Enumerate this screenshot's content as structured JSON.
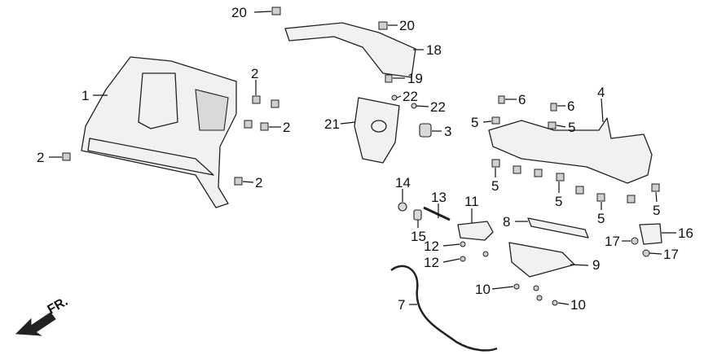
{
  "diagram": {
    "callouts": [
      "20",
      "20",
      "18",
      "19",
      "22",
      "22",
      "21",
      "3",
      "1",
      "2",
      "2",
      "2",
      "2",
      "6",
      "6",
      "4",
      "5",
      "5",
      "5",
      "5",
      "5",
      "5",
      "14",
      "13",
      "11",
      "15",
      "12",
      "12",
      "8",
      "16",
      "17",
      "17",
      "9",
      "10",
      "10",
      "7"
    ],
    "direction_label": "FR."
  }
}
